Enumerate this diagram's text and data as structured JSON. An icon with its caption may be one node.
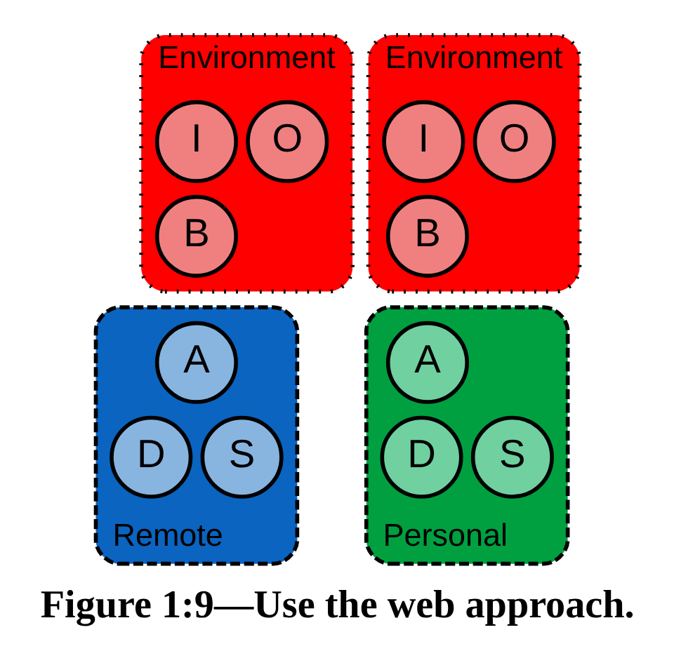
{
  "diagram": {
    "caption": "Figure 1:9—Use the web approach.",
    "nodes": [
      {
        "text": [
          "Environment"
        ]
      },
      {
        "text": [
          "O"
        ],
        "in": 0
      },
      {
        "text": [
          "I"
        ],
        "in": 0
      },
      {
        "text": [
          "B"
        ],
        "in": 0
      },
      {
        "text": [
          "Environment"
        ]
      },
      {
        "text": [
          "O"
        ],
        "in": 4
      },
      {
        "text": [
          "I"
        ],
        "in": 4
      },
      {
        "text": [
          "B"
        ],
        "in": 4
      },
      {
        "text": [
          "Remote"
        ]
      },
      {
        "text": [
          "A"
        ],
        "in": 8
      },
      {
        "text": [
          "D"
        ],
        "in": 8
      },
      {
        "text": [
          "S"
        ],
        "in": 8
      },
      {
        "text": [
          "Personal"
        ]
      },
      {
        "text": [
          "A"
        ],
        "in": 12
      },
      {
        "text": [
          "D"
        ],
        "in": 12
      },
      {
        "text": [
          "S"
        ],
        "in": 12
      }
    ],
    "edges": []
  }
}
